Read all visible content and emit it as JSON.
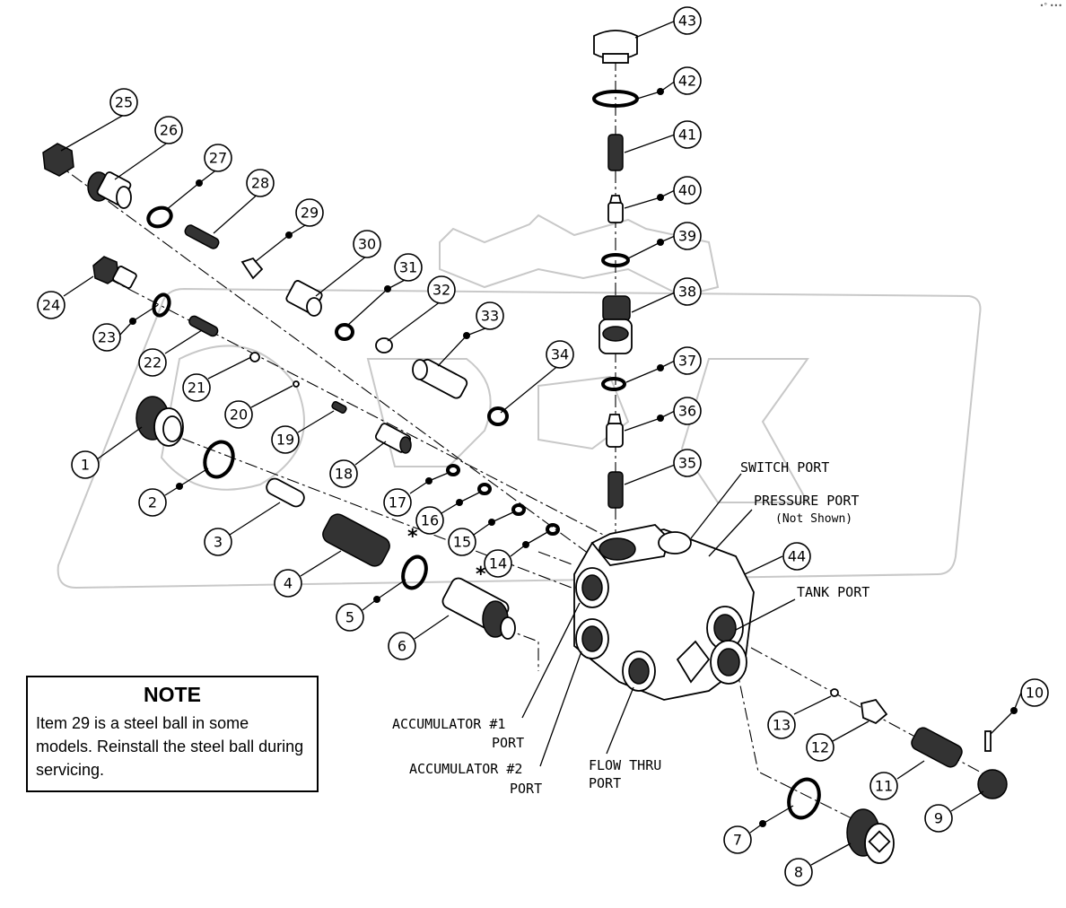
{
  "callouts": [
    "1",
    "2",
    "3",
    "4",
    "5",
    "6",
    "7",
    "8",
    "9",
    "10",
    "11",
    "12",
    "13",
    "14",
    "15",
    "16",
    "17",
    "18",
    "19",
    "20",
    "21",
    "22",
    "23",
    "24",
    "25",
    "26",
    "27",
    "28",
    "29",
    "30",
    "31",
    "32",
    "33",
    "34",
    "35",
    "36",
    "37",
    "38",
    "39",
    "40",
    "41",
    "42",
    "43",
    "44"
  ],
  "labels": {
    "switch_port": "SWITCH PORT",
    "pressure_port": "PRESSURE PORT",
    "pressure_port_note": "(Not Shown)",
    "tank_port": "TANK PORT",
    "accumulator1_line1": "ACCUMULATOR #1",
    "accumulator1_line2": "PORT",
    "accumulator2_line1": "ACCUMULATOR #2",
    "accumulator2_line2": "PORT",
    "flow_thru_line1": "FLOW THRU",
    "flow_thru_line2": "PORT",
    "asterisk": "*"
  },
  "note": {
    "title": "NOTE",
    "body": "Item 29 is a steel ball in some models. Reinstall the steel ball during servicing."
  },
  "watermark": "DPEX",
  "corner_mark": "•° •••"
}
